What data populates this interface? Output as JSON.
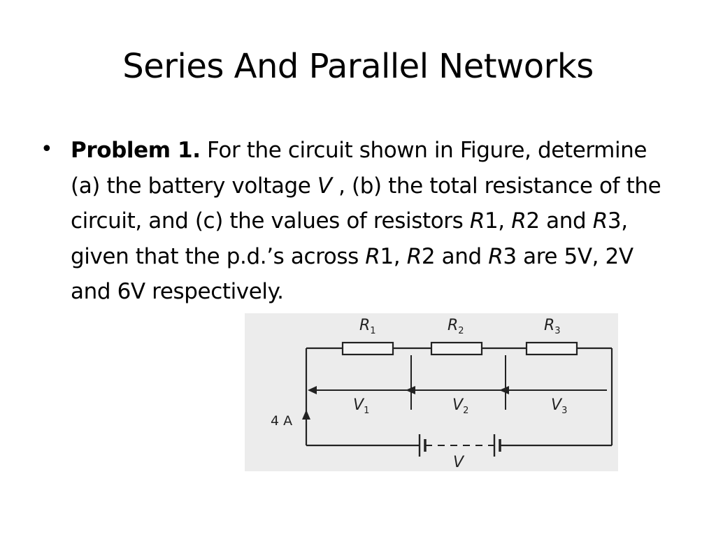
{
  "slide": {
    "title": "Series And Parallel Networks"
  },
  "bullet": {
    "marker": "•",
    "heading": "Problem 1.",
    "seg1": " For the circuit shown in Figure, determine (a) the battery voltage ",
    "v_symbol": "V",
    "seg2": " , (b) the total resistance of the circuit, and (c) the values of resistors ",
    "r": "R",
    "n1": "1",
    "sep1": ", ",
    "n2": "2",
    "and1": " and ",
    "n3": "3",
    "seg3": ", given that the p.d.’s across ",
    "seg4": " are 5V, 2V and 6V respectively."
  },
  "figure": {
    "resistors": [
      {
        "letter": "R",
        "sub": "1"
      },
      {
        "letter": "R",
        "sub": "2"
      },
      {
        "letter": "R",
        "sub": "3"
      }
    ],
    "voltages": [
      {
        "letter": "V",
        "sub": "1"
      },
      {
        "letter": "V",
        "sub": "2"
      },
      {
        "letter": "V",
        "sub": "3"
      }
    ],
    "current": "4 A",
    "battery_label": "V"
  }
}
